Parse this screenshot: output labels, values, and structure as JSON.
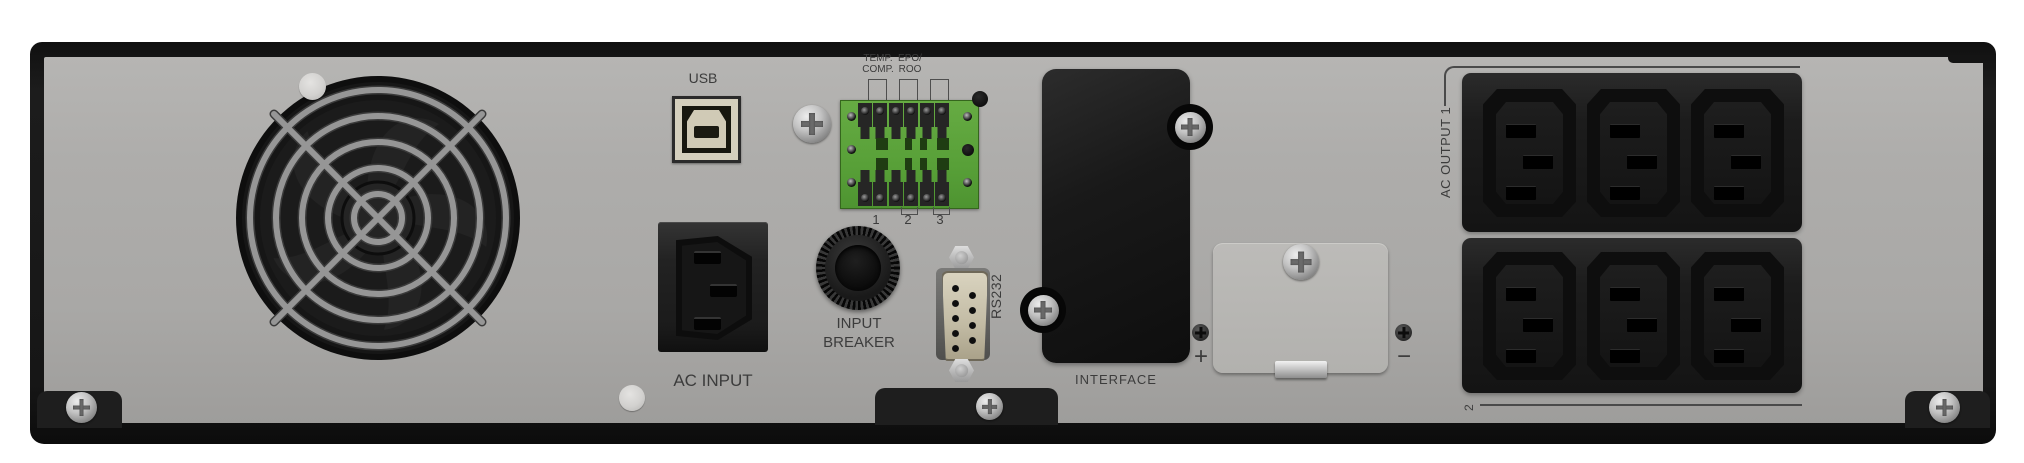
{
  "device": {
    "type": "ups-rear-panel",
    "colors": {
      "panel_gray": "#adacaa",
      "chassis_black": "#161616",
      "terminal_green": "#5ea23d",
      "connector_beige": "#d2ccb8",
      "label_text": "#3c3c3c"
    },
    "usb": {
      "label": "USB"
    },
    "dry_contacts": {
      "top_labels": [
        {
          "line1": "TEMP.",
          "line2": "COMP."
        },
        {
          "line1": "EPO/",
          "line2": "ROO"
        }
      ],
      "bottom_numbers": [
        "1",
        "2",
        "3"
      ]
    },
    "input_breaker": {
      "line1": "INPUT",
      "line2": "BREAKER"
    },
    "ac_input": {
      "label": "AC INPUT"
    },
    "rs232": {
      "label": "RS232"
    },
    "interface_slot": {
      "label": "INTERFACE"
    },
    "battery": {
      "plus": "+",
      "minus": "−"
    },
    "ac_output": {
      "group1_label": "AC OUTPUT 1",
      "group2_label": "2"
    }
  }
}
